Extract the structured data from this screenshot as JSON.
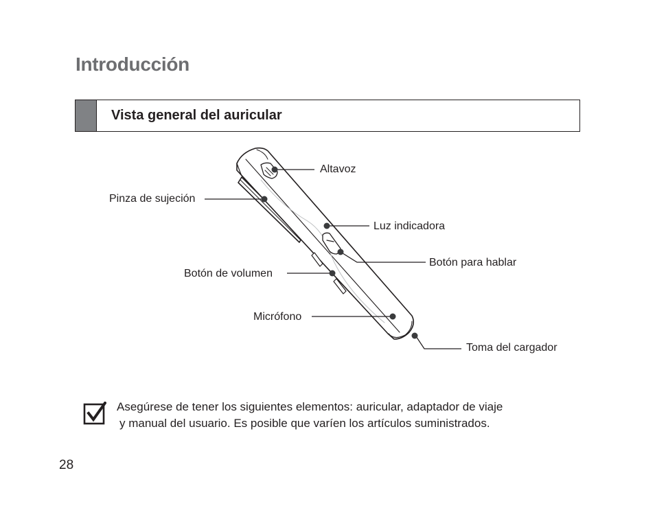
{
  "page": {
    "title": "Introducción",
    "number": "28"
  },
  "section": {
    "heading": "Vista general del auricular"
  },
  "diagram": {
    "callouts": {
      "altavoz": "Altavoz",
      "pinza": "Pinza de sujeción",
      "luz": "Luz indicadora",
      "hablar": "Botón para hablar",
      "volumen": "Botón de volumen",
      "microfono": "Micrófono",
      "cargador": "Toma del cargador"
    }
  },
  "note": {
    "icon": "checkbox-check-icon",
    "line1": "Asegúrese de tener los siguientes elementos: auricular, adaptador de viaje",
    "line2": "y manual del usuario. Es posible que varíen los artículos suministrados."
  }
}
